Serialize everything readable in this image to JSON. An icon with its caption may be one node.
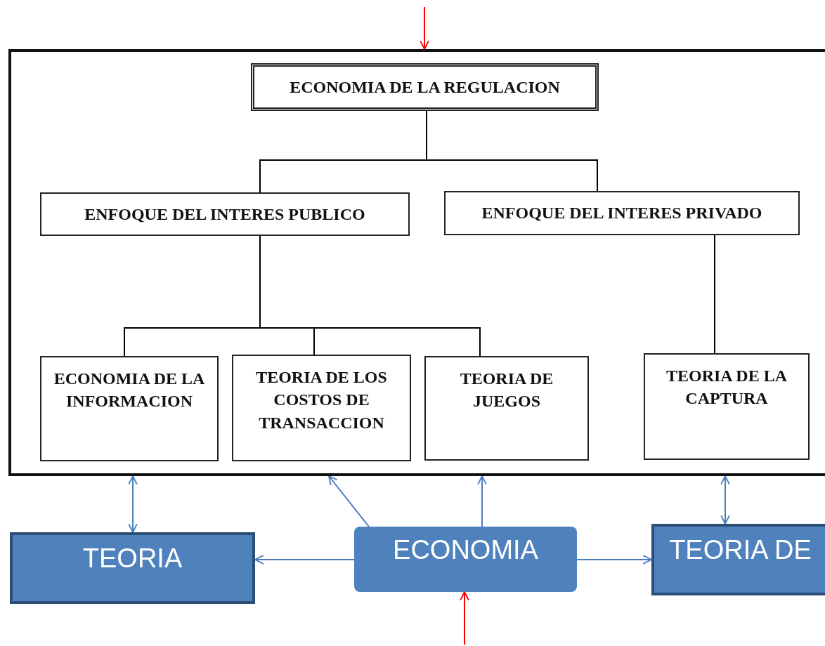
{
  "diagram": {
    "nodes": [
      {
        "text": [],
        "shape": "box"
      },
      {
        "text": [
          "ECONOMIA DE LA REGULACION"
        ],
        "in": 0
      },
      {
        "text": [
          "ENFOQUE DEL INTERES PUBLICO"
        ],
        "in": 0
      },
      {
        "text": [
          "ENFOQUE DEL INTERES PRIVADO"
        ],
        "in": 0
      },
      {
        "text": [
          "ECONOMIA DE LA INFORMACION"
        ],
        "in": 0
      },
      {
        "text": [
          "TEORIA DE LOS COSTOS DE TRANSACCION"
        ],
        "in": 0
      },
      {
        "text": [
          "TEORIA DE JUEGOS"
        ],
        "in": 0
      },
      {
        "text": [
          "TEORIA DE LA CAPTURA"
        ],
        "in": 0
      },
      {
        "text": [
          "TEORIA"
        ]
      },
      {
        "text": [
          "ECONOMIA"
        ]
      },
      {
        "text": [
          "TEORIA DE"
        ]
      }
    ],
    "edges": [
      {
        "from": 1,
        "to": 2,
        "arrow": "none",
        "color": "#000000"
      },
      {
        "from": 1,
        "to": 3,
        "arrow": "none",
        "color": "#000000"
      },
      {
        "from": 2,
        "to": 4,
        "arrow": "none",
        "color": "#000000"
      },
      {
        "from": 2,
        "to": 5,
        "arrow": "none",
        "color": "#000000"
      },
      {
        "from": 2,
        "to": 6,
        "arrow": "none",
        "color": "#000000"
      },
      {
        "from": 3,
        "to": 7,
        "arrow": "none",
        "color": "#000000"
      },
      {
        "from": null,
        "to": 0,
        "arrow": "to",
        "color": "#ff0000"
      },
      {
        "from": 0,
        "to": 8,
        "arrow": "both",
        "color": "#4a7ebb"
      },
      {
        "from": 9,
        "to": 0,
        "arrow": "to",
        "color": "#4a7ebb"
      },
      {
        "from": 9,
        "to": 0,
        "arrow": "to",
        "color": "#4a7ebb"
      },
      {
        "from": 9,
        "to": 8,
        "arrow": "to",
        "color": "#4a7ebb"
      },
      {
        "from": 9,
        "to": 10,
        "arrow": "to",
        "color": "#4a7ebb"
      },
      {
        "from": 0,
        "to": 10,
        "arrow": "both",
        "color": "#4a7ebb"
      },
      {
        "from": null,
        "to": 9,
        "arrow": "to",
        "color": "#ff0000"
      }
    ]
  }
}
